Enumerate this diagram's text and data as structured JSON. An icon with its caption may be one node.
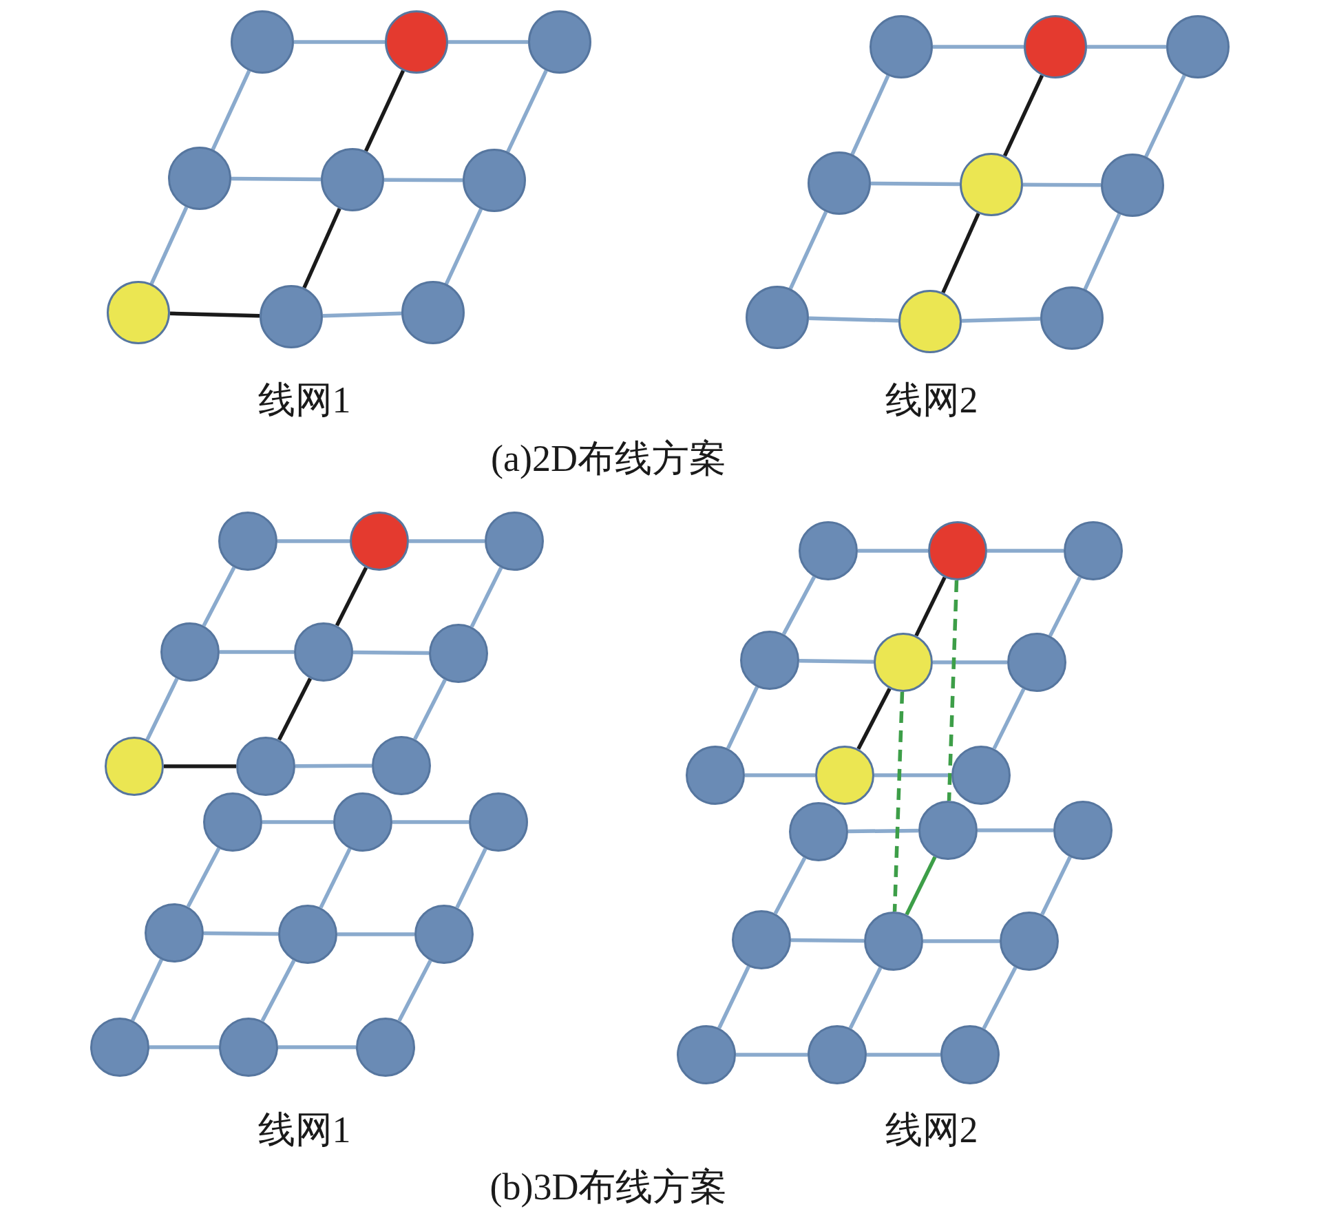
{
  "diagram": {
    "nodes": [
      {
        "text": [],
        "shape": "circle"
      },
      {
        "text": [],
        "shape": "circle"
      },
      {
        "text": [],
        "shape": "circle"
      },
      {
        "text": [],
        "shape": "circle"
      },
      {
        "text": [],
        "shape": "circle"
      },
      {
        "text": [],
        "shape": "circle"
      },
      {
        "text": [],
        "shape": "circle"
      },
      {
        "text": [],
        "shape": "circle"
      },
      {
        "text": [],
        "shape": "circle"
      },
      {
        "text": [],
        "shape": "circle"
      },
      {
        "text": [],
        "shape": "circle"
      },
      {
        "text": [],
        "shape": "circle"
      },
      {
        "text": [],
        "shape": "circle"
      },
      {
        "text": [],
        "shape": "circle"
      },
      {
        "text": [],
        "shape": "circle"
      },
      {
        "text": [],
        "shape": "circle"
      },
      {
        "text": [],
        "shape": "circle"
      },
      {
        "text": [],
        "shape": "circle"
      },
      {
        "text": [],
        "shape": "circle"
      },
      {
        "text": [],
        "shape": "circle"
      },
      {
        "text": [],
        "shape": "circle"
      },
      {
        "text": [],
        "shape": "circle"
      },
      {
        "text": [],
        "shape": "circle"
      },
      {
        "text": [],
        "shape": "circle"
      },
      {
        "text": [],
        "shape": "circle"
      },
      {
        "text": [],
        "shape": "circle"
      },
      {
        "text": [],
        "shape": "circle"
      },
      {
        "text": [],
        "shape": "circle"
      },
      {
        "text": [],
        "shape": "circle"
      },
      {
        "text": [],
        "shape": "circle"
      },
      {
        "text": [],
        "shape": "circle"
      },
      {
        "text": [],
        "shape": "circle"
      },
      {
        "text": [],
        "shape": "circle"
      },
      {
        "text": [],
        "shape": "circle"
      },
      {
        "text": [],
        "shape": "circle"
      },
      {
        "text": [],
        "shape": "circle"
      },
      {
        "text": [],
        "shape": "circle"
      },
      {
        "text": [],
        "shape": "circle"
      },
      {
        "text": [],
        "shape": "circle"
      },
      {
        "text": [],
        "shape": "circle"
      },
      {
        "text": [],
        "shape": "circle"
      },
      {
        "text": [],
        "shape": "circle"
      },
      {
        "text": [],
        "shape": "circle"
      },
      {
        "text": [],
        "shape": "circle"
      },
      {
        "text": [],
        "shape": "circle"
      },
      {
        "text": [],
        "shape": "circle"
      },
      {
        "text": [],
        "shape": "circle"
      },
      {
        "text": [],
        "shape": "circle"
      },
      {
        "text": [],
        "shape": "circle"
      },
      {
        "text": [],
        "shape": "circle"
      },
      {
        "text": [],
        "shape": "circle"
      },
      {
        "text": [],
        "shape": "circle"
      },
      {
        "text": [],
        "shape": "circle"
      },
      {
        "text": [],
        "shape": "circle"
      }
    ],
    "edges": [
      {
        "from": 0,
        "to": 1,
        "arrow": "none"
      },
      {
        "from": 1,
        "to": 2,
        "arrow": "none"
      },
      {
        "from": 3,
        "to": 4,
        "arrow": "none"
      },
      {
        "from": 4,
        "to": 5,
        "arrow": "none"
      },
      {
        "from": 6,
        "to": 7,
        "arrow": "none",
        "color": "#1a1a1a"
      },
      {
        "from": 7,
        "to": 8,
        "arrow": "none"
      },
      {
        "from": 0,
        "to": 3,
        "arrow": "none"
      },
      {
        "from": 1,
        "to": 4,
        "arrow": "none",
        "color": "#1a1a1a"
      },
      {
        "from": 2,
        "to": 5,
        "arrow": "none"
      },
      {
        "from": 3,
        "to": 6,
        "arrow": "none"
      },
      {
        "from": 4,
        "to": 7,
        "arrow": "none",
        "color": "#1a1a1a"
      },
      {
        "from": 5,
        "to": 8,
        "arrow": "none"
      },
      {
        "from": 9,
        "to": 10,
        "arrow": "none"
      },
      {
        "from": 10,
        "to": 11,
        "arrow": "none"
      },
      {
        "from": 12,
        "to": 13,
        "arrow": "none"
      },
      {
        "from": 13,
        "to": 14,
        "arrow": "none"
      },
      {
        "from": 15,
        "to": 16,
        "arrow": "none"
      },
      {
        "from": 16,
        "to": 17,
        "arrow": "none"
      },
      {
        "from": 9,
        "to": 12,
        "arrow": "none"
      },
      {
        "from": 10,
        "to": 13,
        "arrow": "none",
        "color": "#1a1a1a"
      },
      {
        "from": 11,
        "to": 14,
        "arrow": "none"
      },
      {
        "from": 12,
        "to": 15,
        "arrow": "none"
      },
      {
        "from": 13,
        "to": 16,
        "arrow": "none",
        "color": "#1a1a1a"
      },
      {
        "from": 14,
        "to": 17,
        "arrow": "none"
      },
      {
        "from": 18,
        "to": 19,
        "arrow": "none"
      },
      {
        "from": 19,
        "to": 20,
        "arrow": "none"
      },
      {
        "from": 21,
        "to": 22,
        "arrow": "none"
      },
      {
        "from": 22,
        "to": 23,
        "arrow": "none"
      },
      {
        "from": 24,
        "to": 25,
        "arrow": "none",
        "color": "#1a1a1a"
      },
      {
        "from": 25,
        "to": 26,
        "arrow": "none"
      },
      {
        "from": 18,
        "to": 21,
        "arrow": "none"
      },
      {
        "from": 19,
        "to": 22,
        "arrow": "none",
        "color": "#1a1a1a"
      },
      {
        "from": 20,
        "to": 23,
        "arrow": "none"
      },
      {
        "from": 21,
        "to": 24,
        "arrow": "none"
      },
      {
        "from": 22,
        "to": 25,
        "arrow": "none",
        "color": "#1a1a1a"
      },
      {
        "from": 23,
        "to": 26,
        "arrow": "none"
      },
      {
        "from": 27,
        "to": 28,
        "arrow": "none"
      },
      {
        "from": 28,
        "to": 29,
        "arrow": "none"
      },
      {
        "from": 30,
        "to": 31,
        "arrow": "none"
      },
      {
        "from": 31,
        "to": 32,
        "arrow": "none"
      },
      {
        "from": 33,
        "to": 34,
        "arrow": "none"
      },
      {
        "from": 34,
        "to": 35,
        "arrow": "none"
      },
      {
        "from": 27,
        "to": 30,
        "arrow": "none"
      },
      {
        "from": 28,
        "to": 31,
        "arrow": "none"
      },
      {
        "from": 29,
        "to": 32,
        "arrow": "none"
      },
      {
        "from": 30,
        "to": 33,
        "arrow": "none"
      },
      {
        "from": 31,
        "to": 34,
        "arrow": "none"
      },
      {
        "from": 32,
        "to": 35,
        "arrow": "none"
      },
      {
        "from": 36,
        "to": 37,
        "arrow": "none"
      },
      {
        "from": 37,
        "to": 38,
        "arrow": "none"
      },
      {
        "from": 39,
        "to": 40,
        "arrow": "none"
      },
      {
        "from": 40,
        "to": 41,
        "arrow": "none"
      },
      {
        "from": 42,
        "to": 43,
        "arrow": "none"
      },
      {
        "from": 43,
        "to": 44,
        "arrow": "none"
      },
      {
        "from": 36,
        "to": 39,
        "arrow": "none"
      },
      {
        "from": 37,
        "to": 40,
        "arrow": "none",
        "color": "#1a1a1a"
      },
      {
        "from": 38,
        "to": 41,
        "arrow": "none"
      },
      {
        "from": 39,
        "to": 42,
        "arrow": "none"
      },
      {
        "from": 40,
        "to": 43,
        "arrow": "none",
        "color": "#1a1a1a"
      },
      {
        "from": 41,
        "to": 44,
        "arrow": "none"
      },
      {
        "from": 45,
        "to": 46,
        "arrow": "none"
      },
      {
        "from": 46,
        "to": 47,
        "arrow": "none"
      },
      {
        "from": 48,
        "to": 49,
        "arrow": "none"
      },
      {
        "from": 49,
        "to": 50,
        "arrow": "none"
      },
      {
        "from": 51,
        "to": 52,
        "arrow": "none"
      },
      {
        "from": 52,
        "to": 53,
        "arrow": "none"
      },
      {
        "from": 45,
        "to": 48,
        "arrow": "none"
      },
      {
        "from": 46,
        "to": 49,
        "arrow": "none",
        "color": "#3d9e48"
      },
      {
        "from": 47,
        "to": 50,
        "arrow": "none"
      },
      {
        "from": 48,
        "to": 51,
        "arrow": "none"
      },
      {
        "from": 49,
        "to": 52,
        "arrow": "none"
      },
      {
        "from": 50,
        "to": 53,
        "arrow": "none"
      },
      {
        "from": 37,
        "to": 46,
        "arrow": "none",
        "style": "dashed",
        "color": "#3d9e48"
      },
      {
        "from": 40,
        "to": 49,
        "arrow": "none",
        "style": "dashed",
        "color": "#3d9e48"
      }
    ],
    "labels": [
      "线网1",
      "线网2",
      "(a)2D布线方案",
      "线网1",
      "线网2",
      "(b)3D布线方案"
    ]
  }
}
